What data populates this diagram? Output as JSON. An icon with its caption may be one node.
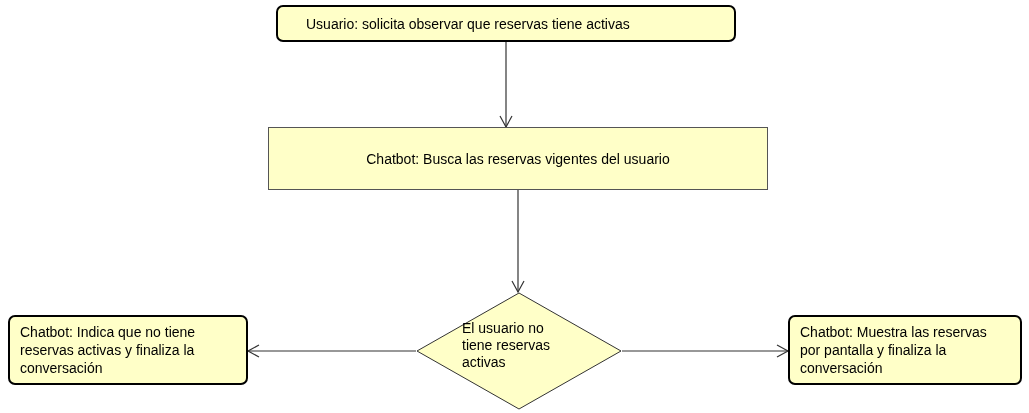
{
  "diagram": {
    "nodes": [
      {
        "text": [
          "Usuario: solicita observar que reservas tiene activas"
        ]
      },
      {
        "text": [
          "Chatbot: Busca las reservas vigentes del usuario"
        ]
      },
      {
        "text": [
          "El usuario no tiene reservas activas"
        ]
      },
      {
        "text": [
          "Chatbot: Indica que no tiene reservas activas y finaliza la conversación"
        ]
      },
      {
        "text": [
          "Chatbot: Muestra las reservas por pantalla y finaliza la conversación"
        ]
      }
    ],
    "edges": [
      {
        "from": 0,
        "to": 1,
        "arrow": "to"
      },
      {
        "from": 1,
        "to": 2,
        "arrow": "to"
      },
      {
        "from": 2,
        "to": 3,
        "arrow": "to"
      },
      {
        "from": 2,
        "to": 4,
        "arrow": "to"
      }
    ]
  }
}
